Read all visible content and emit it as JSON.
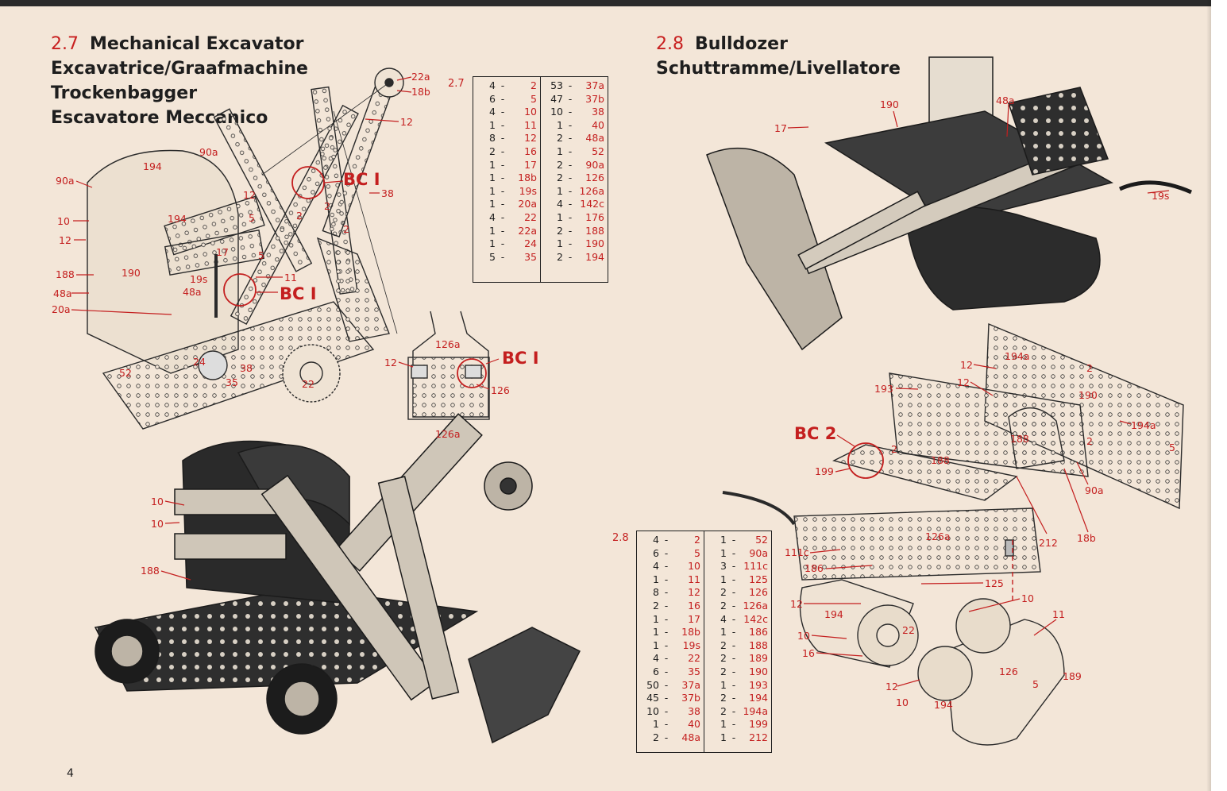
{
  "page_number": "4",
  "left": {
    "section_number": "2.7",
    "titles": [
      "Mechanical Excavator",
      "Excavatrice/Graafmachine",
      "Trockenbagger",
      "Escavatore Meccanico"
    ],
    "table_label": "2.7",
    "parts_col1": [
      {
        "q": "4",
        "p": "2"
      },
      {
        "q": "6",
        "p": "5"
      },
      {
        "q": "4",
        "p": "10"
      },
      {
        "q": "1",
        "p": "11"
      },
      {
        "q": "8",
        "p": "12"
      },
      {
        "q": "2",
        "p": "16"
      },
      {
        "q": "1",
        "p": "17"
      },
      {
        "q": "1",
        "p": "18b"
      },
      {
        "q": "1",
        "p": "19s"
      },
      {
        "q": "1",
        "p": "20a"
      },
      {
        "q": "4",
        "p": "22"
      },
      {
        "q": "1",
        "p": "22a"
      },
      {
        "q": "1",
        "p": "24"
      },
      {
        "q": "5",
        "p": "35"
      }
    ],
    "parts_col2": [
      {
        "q": "53",
        "p": "37a"
      },
      {
        "q": "47",
        "p": "37b"
      },
      {
        "q": "10",
        "p": "38"
      },
      {
        "q": "1",
        "p": "40"
      },
      {
        "q": "2",
        "p": "48a"
      },
      {
        "q": "1",
        "p": "52"
      },
      {
        "q": "2",
        "p": "90a"
      },
      {
        "q": "2",
        "p": "126"
      },
      {
        "q": "1",
        "p": "126a"
      },
      {
        "q": "4",
        "p": "142c"
      },
      {
        "q": "1",
        "p": "176"
      },
      {
        "q": "2",
        "p": "188"
      },
      {
        "q": "1",
        "p": "190"
      },
      {
        "q": "2",
        "p": "194"
      }
    ],
    "diagram_labels": {
      "l22a": "22a",
      "l18b": "18b",
      "l12a": "12",
      "l90a_top": "90a",
      "l194a": "194",
      "l90a_left": "90a",
      "l38": "38",
      "l12b": "12",
      "l10a": "10",
      "l194b": "194",
      "l5a": "5",
      "l12c": "12",
      "l17": "17",
      "l5b": "5",
      "l188": "188",
      "l190": "190",
      "l19s": "19s",
      "l11": "11",
      "l48a": "48a",
      "l20a": "20a",
      "l2a": "2",
      "l2b": "2",
      "l2c": "2",
      "l24": "24",
      "l38b": "38",
      "l35": "35",
      "l52": "52",
      "l22": "22",
      "bc1a": "BC I",
      "bc1b": "BC I",
      "bc1c": "BC I",
      "d126a_top": "126a",
      "d12": "12",
      "d126": "126",
      "d126a_bot": "126a",
      "p10a": "10",
      "p10b": "10",
      "p188": "188"
    }
  },
  "right": {
    "section_number": "2.8",
    "titles": [
      "Bulldozer",
      "Schuttramme/Livellatore"
    ],
    "table_label": "2.8",
    "parts_col1": [
      {
        "q": "4",
        "p": "2"
      },
      {
        "q": "6",
        "p": "5"
      },
      {
        "q": "4",
        "p": "10"
      },
      {
        "q": "1",
        "p": "11"
      },
      {
        "q": "8",
        "p": "12"
      },
      {
        "q": "2",
        "p": "16"
      },
      {
        "q": "1",
        "p": "17"
      },
      {
        "q": "1",
        "p": "18b"
      },
      {
        "q": "1",
        "p": "19s"
      },
      {
        "q": "4",
        "p": "22"
      },
      {
        "q": "6",
        "p": "35"
      },
      {
        "q": "50",
        "p": "37a"
      },
      {
        "q": "45",
        "p": "37b"
      },
      {
        "q": "10",
        "p": "38"
      },
      {
        "q": "1",
        "p": "40"
      },
      {
        "q": "2",
        "p": "48a"
      }
    ],
    "parts_col2": [
      {
        "q": "1",
        "p": "52"
      },
      {
        "q": "1",
        "p": "90a"
      },
      {
        "q": "3",
        "p": "111c"
      },
      {
        "q": "1",
        "p": "125"
      },
      {
        "q": "2",
        "p": "126"
      },
      {
        "q": "2",
        "p": "126a"
      },
      {
        "q": "4",
        "p": "142c"
      },
      {
        "q": "1",
        "p": "186"
      },
      {
        "q": "2",
        "p": "188"
      },
      {
        "q": "2",
        "p": "189"
      },
      {
        "q": "2",
        "p": "190"
      },
      {
        "q": "1",
        "p": "193"
      },
      {
        "q": "2",
        "p": "194"
      },
      {
        "q": "2",
        "p": "194a"
      },
      {
        "q": "1",
        "p": "199"
      },
      {
        "q": "1",
        "p": "212"
      }
    ],
    "diagram_labels": {
      "r190": "190",
      "r48a": "48a",
      "r17": "17",
      "r19s": "19s",
      "e12a": "12",
      "e194a_top": "194a",
      "e12b": "12",
      "e2": "2",
      "e193": "193",
      "e190": "190",
      "e194a_right": "194a",
      "ebc2": "BC 2",
      "e188a": "188",
      "e2b": "2",
      "e188b": "188",
      "e5": "5",
      "e199": "199",
      "e2c": "2",
      "e90a": "90a",
      "e126a": "126a",
      "e212": "212",
      "e18b": "18b",
      "e111c": "111c",
      "e186": "186",
      "e125": "125",
      "e12c": "12",
      "e194b": "194",
      "e10a": "10",
      "e22": "22",
      "e11": "11",
      "e10b": "10",
      "e16": "16",
      "e12d": "12",
      "e10c": "10",
      "e194c": "194",
      "e126": "126",
      "e5b": "5",
      "e189": "189"
    }
  },
  "colors": {
    "background": "#f3e6d8",
    "label_red": "#c41f1f",
    "ink": "#1e1e1e"
  }
}
